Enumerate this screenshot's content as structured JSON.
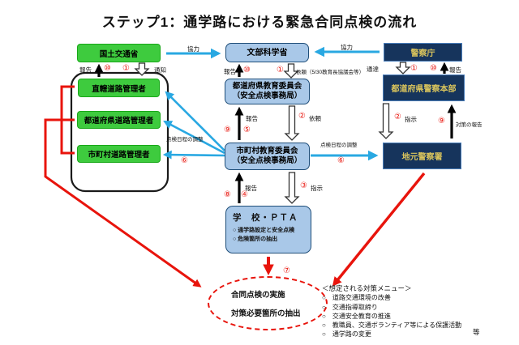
{
  "title": "ステップ1：通学路における緊急合同点検の流れ",
  "boxes": {
    "kokudo": "国土交通省",
    "chokkatsu": "直轄道路管理者",
    "pref_road": "都道府県道路管理者",
    "city_road": "市町村道路管理者",
    "monbu": "文部科学省",
    "pref_edu_line1": "都道府県教育委員会",
    "pref_edu_line2": "（安全点検事務局）",
    "city_edu_line1": "市町村教育委員会",
    "city_edu_line2": "（安全点検事務局）",
    "school_title": "学　校・ＰＴＡ",
    "school_bullet1": "○ 通学路設定と安全点検",
    "school_bullet2": "○ 危険箇所の抽出",
    "npa": "警察庁",
    "pref_police": "都道府県警察本部",
    "local_police": "地元警察署"
  },
  "labels": {
    "coop_left": "協力",
    "coop_right": "協力",
    "report_kokudo": "報告",
    "n10_kokudo": "⑩",
    "n1_kokudo": "①",
    "notify": "通知",
    "report_monbu": "報告",
    "n10_monbu": "⑩",
    "n1_monbu": "①",
    "request_monbu": "依頼（5/30教育長協議会等）",
    "directive_npa": "通達",
    "n1_npa": "①",
    "n10_npa": "⑩",
    "report_npa": "報告",
    "report_prefedu": "報告",
    "n9_prefedu": "⑨",
    "n5_prefedu": "⑤",
    "n2_request": "②",
    "request_cityedu": "依頼",
    "schedule_left": "点検日程の調整",
    "n6_left": "⑥",
    "schedule_right": "点検日程の調整",
    "n6_right": "⑥",
    "n2_police": "②",
    "order_police": "指示",
    "n9_police": "⑨",
    "report_measures": "対策の報告",
    "report_school": "報告",
    "n8_school": "⑧",
    "n4_school": "④",
    "n3_school": "③",
    "order_school": "指示",
    "n7_ellipse": "⑦"
  },
  "ellipse": {
    "line1": "合同点検の実施",
    "line2": "対策必要箇所の抽出"
  },
  "menu": {
    "header": "＜想定される対策メニュー＞",
    "items": [
      "○　道路交通環境の改善",
      "○　交通指導取締り",
      "○　交通安全教育の推進",
      "○　教職員、交通ボランティア等による保護活動",
      "○　通学路の変更"
    ],
    "etc": "等"
  },
  "colors": {
    "green": "#3ECB3E",
    "light_blue": "#A9C8E8",
    "navy": "#16345C",
    "navy_border": "#4A7EBB",
    "gold_text": "#D9C45C",
    "red": "#E8140C",
    "arrow_blue": "#29A8E2",
    "blue_box_border": "#1F4E79"
  }
}
